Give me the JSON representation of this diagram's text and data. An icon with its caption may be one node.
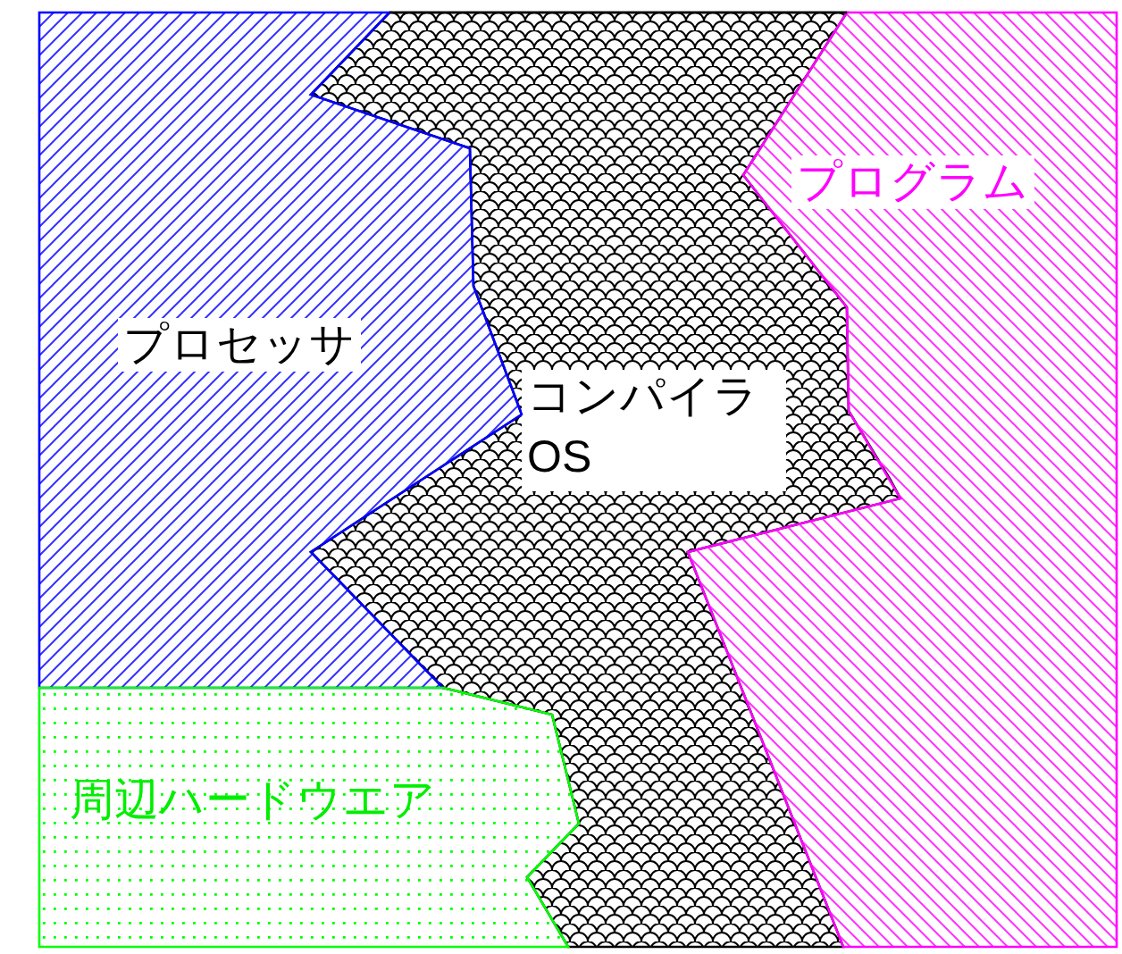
{
  "diagram": {
    "nodes": [
      {
        "text": [
          "プロセッサ"
        ]
      },
      {
        "text": [
          "コンパイラ",
          "OS"
        ]
      },
      {
        "text": [
          "プログラム"
        ]
      },
      {
        "text": [
          "周辺ハードウエア"
        ]
      }
    ]
  }
}
